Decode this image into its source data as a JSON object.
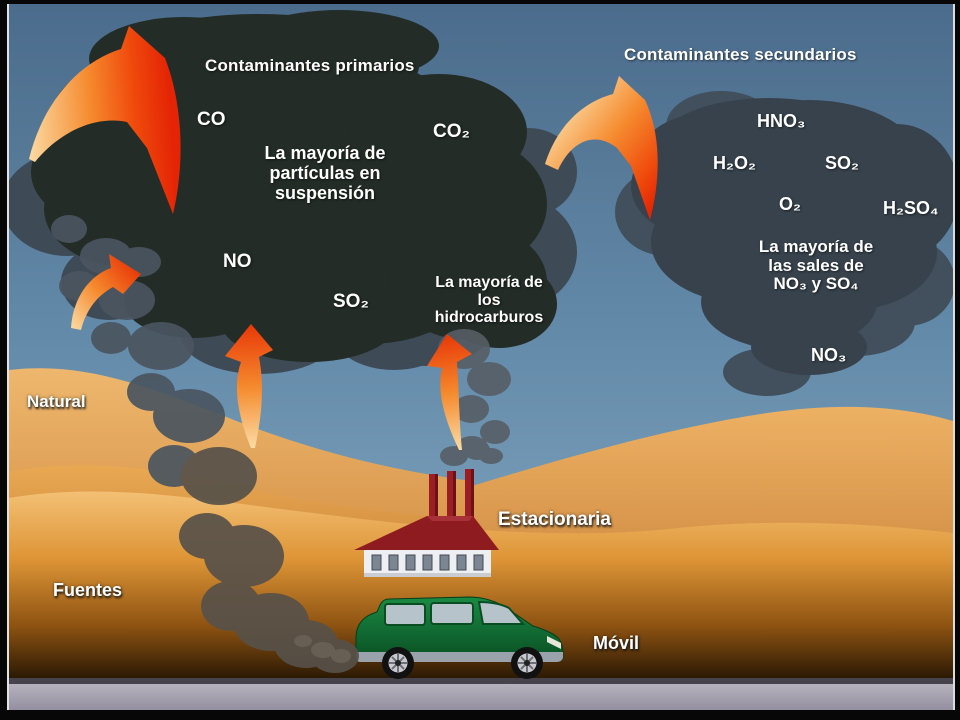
{
  "diagram": {
    "primary_cloud": {
      "title": "Contaminantes primarios",
      "co": "CO",
      "co2": "CO₂",
      "no": "NO",
      "so2": "SO₂",
      "particulates_note": "La mayoría de\npartículas en\nsuspensión",
      "hydrocarbons_note": "La mayoría de\nlos\nhidrocarburos"
    },
    "secondary_cloud": {
      "title": "Contaminantes secundarios",
      "hno3": "HNO₃",
      "h2o2": "H₂O₂",
      "so2": "SO₂",
      "o2": "O₂",
      "h2so4": "H₂SO₄",
      "salts_note": "La mayoría de\nlas sales de\nNO₃ y SO₄",
      "no3": "NO₃"
    },
    "sources": {
      "group_label": "Fuentes",
      "natural_label": "Natural",
      "stationary_label": "Estacionaria",
      "mobile_label": "Móvil"
    },
    "colors": {
      "sky_top": "#4b6c8c",
      "sky_horizon": "#82a6c0",
      "primary_cloud": "#232c27",
      "secondary_cloud": "#37424c",
      "smoke": "#49545f",
      "arrow_tail": "#fbdba4",
      "arrow_head": "#e42405",
      "dune_light": "#f3c075",
      "dune_dark": "#241503",
      "road": "#aca8b4",
      "factory_red": "#8e1b20",
      "car_green": "#0e6a2f",
      "label_text": "#ffffff"
    }
  }
}
